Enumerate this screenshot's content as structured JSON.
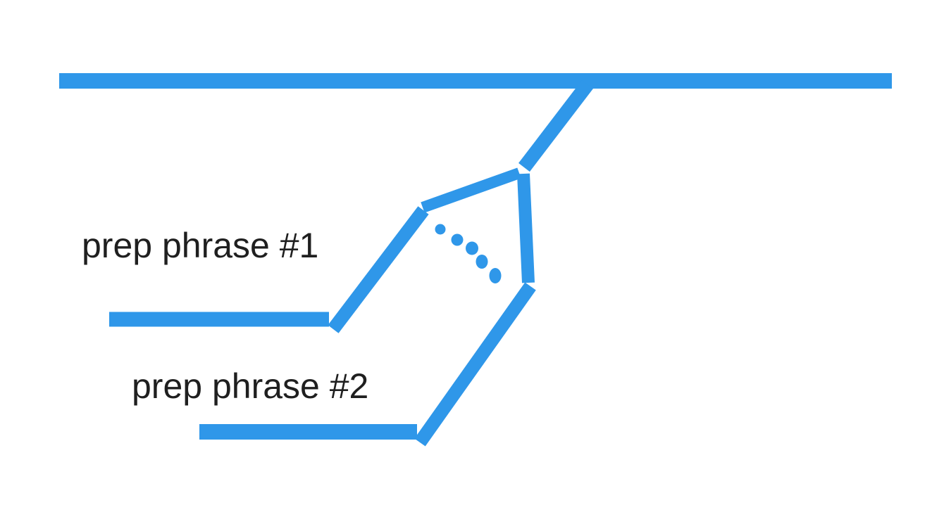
{
  "diagram": {
    "type": "sentence-diagram",
    "accent_color": "#2F97E9",
    "text_color": "#1f1f1f",
    "labels": {
      "prep_phrase_1": "prep phrase #1",
      "prep_phrase_2": "prep phrase #2"
    }
  }
}
